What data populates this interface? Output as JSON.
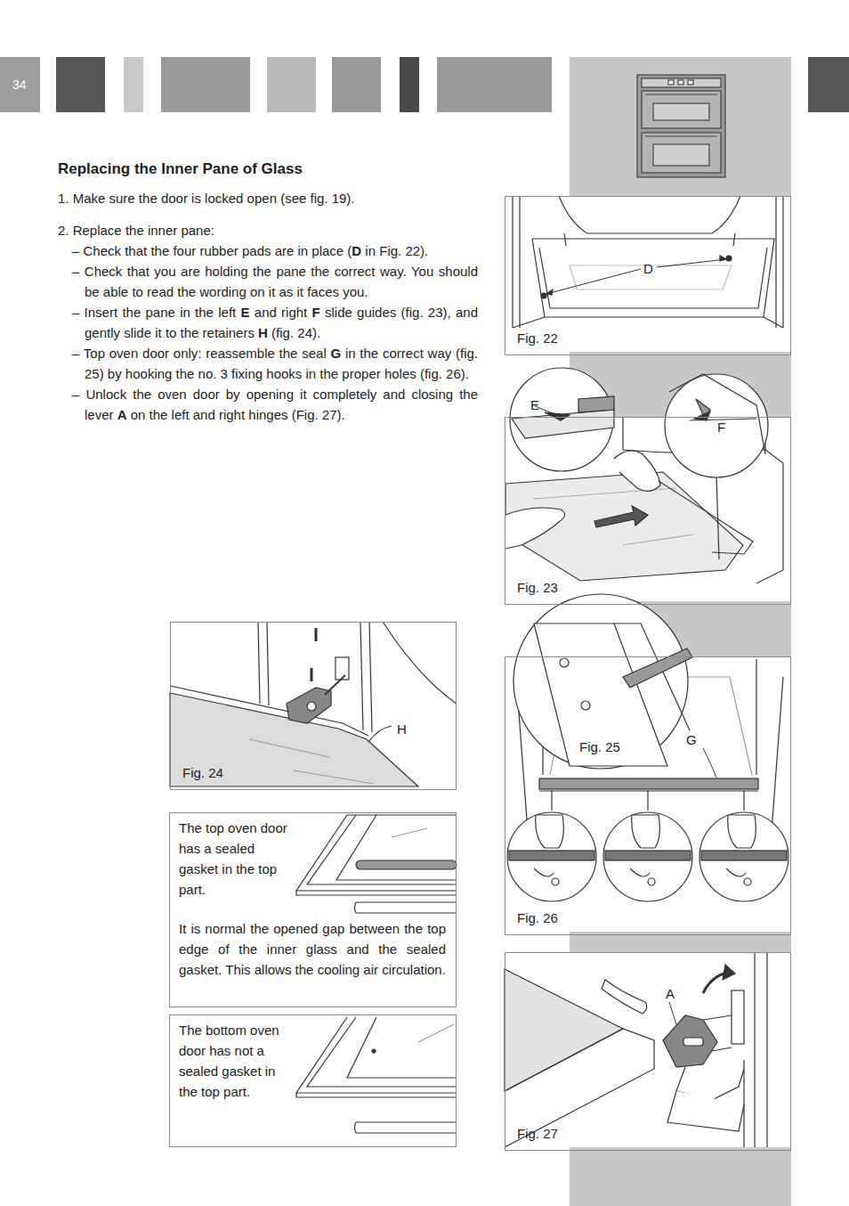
{
  "diagram": {
    "title": "Replacing the Inner Pane of Glass",
    "nodes": [
      {
        "text": [
          "Fig. 22"
        ]
      },
      {
        "text": [
          "Fig. 23"
        ]
      },
      {
        "text": [
          "Fig. 24"
        ]
      },
      {
        "text": [
          "Fig. 26"
        ]
      },
      {
        "text": [
          "The top oven door has a sealed gasket in the top part.",
          "It is normal the opened gap between the top edge of the inner glass and the sealed gasket. This allows the cooling air circulation."
        ]
      },
      {
        "text": [
          "Fig. 27"
        ]
      },
      {
        "text": [
          "The bottom oven door has not a sealed gasket in the top part."
        ]
      }
    ],
    "labels": [
      "34",
      "1. Make sure the door is locked open (see fig. 19).",
      "2. Replace the inner pane:",
      "– Check that the four rubber pads are in place (D in Fig. 22).",
      "– Check that you are holding the pane the correct way. You should be able to read the wording on it as it faces you.",
      "– Insert the pane in the left E and right F slide guides (fig. 23), and gently slide it to the retainers H (fig. 24).",
      "– Top oven door only: reassemble the seal G in the correct way (fig. 25) by hooking the no. 3 fixing hooks in the proper holes (fig. 26).",
      "– Unlock the oven door by opening it completely and closing the lever A on the left and right hinges (Fig. 27).",
      "D",
      "E",
      "F",
      "Fig. 25",
      "G",
      "H",
      "A"
    ]
  }
}
